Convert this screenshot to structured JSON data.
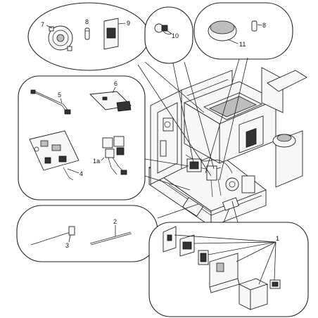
{
  "callouts": {
    "c1": "1",
    "c1a": "1a",
    "c2": "2",
    "c3": "3",
    "c4": "4",
    "c5": "5",
    "c6": "6",
    "c7": "7",
    "c8a": "8",
    "c8b": "8",
    "c9": "9",
    "c10": "10",
    "c11": "11"
  },
  "colors": {
    "line": "#222222",
    "background": "#ffffff",
    "dark_part": "#333333"
  }
}
